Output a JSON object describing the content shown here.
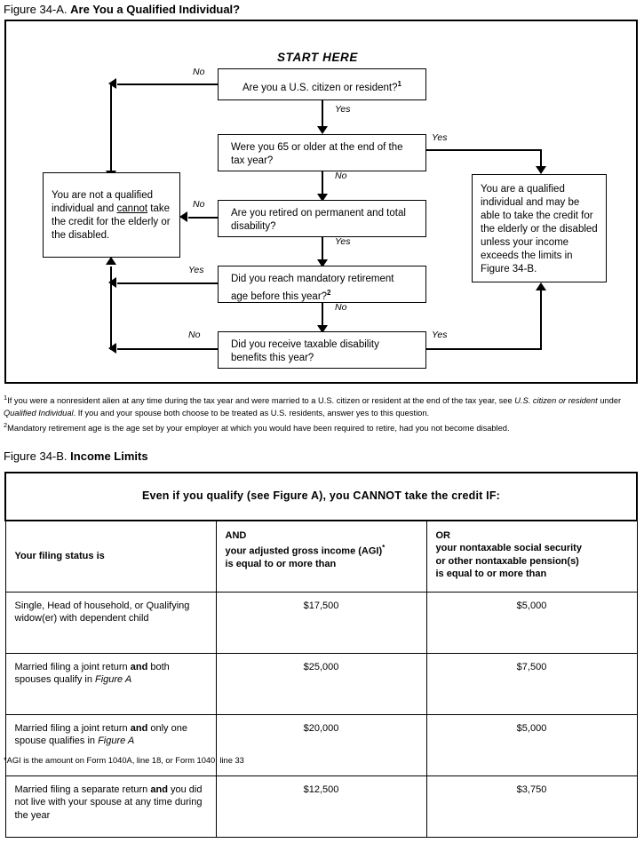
{
  "figure_a": {
    "caption_number": "Figure 34-A.",
    "caption_title": "Are You a Qualified Individual?",
    "start_here": "START HERE",
    "nodes": {
      "q1": "Are you a U.S. citizen or resident?",
      "q1_sup": "1",
      "q2": "Were you 65 or older at the end of the tax year?",
      "q3": "Are you retired on permanent and total disability?",
      "q4": "Did you reach mandatory retirement age before this year?",
      "q4_sup": "2",
      "q5": "Did you receive taxable disability benefits this year?",
      "not_qualified_a": "You are not a qualified individual and ",
      "not_qualified_cannot": "cannot",
      "not_qualified_b": " take the credit for the elderly or the disabled.",
      "qualified": "You are a qualified individual and may be able to take the credit for the elderly or the disabled unless your income exceeds the limits in Figure 34-B."
    },
    "edges": {
      "q1_no": "No",
      "q1_yes": "Yes",
      "q2_yes": "Yes",
      "q2_no": "No",
      "q3_no": "No",
      "q3_yes": "Yes",
      "q4_yes": "Yes",
      "q4_no": "No",
      "q5_no": "No",
      "q5_yes": "Yes"
    },
    "footnotes": {
      "one_sup": "1",
      "one_part1": "If you were a nonresident alien at any time during the tax year and were married to a U.S. citizen or resident at the end of the tax year, see ",
      "one_italic1": "U.S. citizen or resident",
      "one_part2": " under ",
      "one_italic2": "Qualified Individual",
      "one_part3": ". If you and your spouse both choose to be treated as U.S. residents, answer yes to this question.",
      "two_sup": "2",
      "two_text": "Mandatory retirement age is the age set by your employer at which you would have been required to retire, had you not become disabled."
    }
  },
  "figure_b": {
    "caption_number": "Figure 34-B.",
    "caption_title": "Income Limits",
    "banner": "Even if you qualify (see Figure A), you CANNOT take the credit IF:",
    "columns": {
      "status": "Your filing status is",
      "agi_conj": "AND",
      "agi_line1": "your adjusted gross income (AGI)",
      "agi_sup": "*",
      "agi_line2": "is equal to or more than",
      "nontax_conj": "OR",
      "nontax_line1": "your nontaxable social security",
      "nontax_line2": "or other nontaxable pension(s)",
      "nontax_line3": "is equal to or more than"
    },
    "rows": [
      {
        "status_plain": "Single, Head of household, or Qualifying widow(er) with dependent child",
        "status_parts": [
          {
            "text": "Single, Head of household, or Qualifying widow(er) with dependent child",
            "style": "normal"
          }
        ],
        "agi": "$17,500",
        "nontaxable": "$5,000"
      },
      {
        "status_plain": "Married filing a joint return and both spouses qualify in Figure A",
        "status_parts": [
          {
            "text": "Married filing a joint return ",
            "style": "normal"
          },
          {
            "text": "and",
            "style": "bold"
          },
          {
            "text": " both spouses qualify in ",
            "style": "normal"
          },
          {
            "text": "Figure A",
            "style": "italic"
          }
        ],
        "agi": "$25,000",
        "nontaxable": "$7,500"
      },
      {
        "status_plain": "Married filing a joint return and only one spouse qualifies in Figure A",
        "status_parts": [
          {
            "text": "Married filing a joint return ",
            "style": "normal"
          },
          {
            "text": "and",
            "style": "bold"
          },
          {
            "text": " only one spouse qualifies in ",
            "style": "normal"
          },
          {
            "text": "Figure A",
            "style": "italic"
          }
        ],
        "agi": "$20,000",
        "nontaxable": "$5,000"
      },
      {
        "status_plain": "Married filing a separate return and you did not live with your spouse at any time during the year",
        "status_parts": [
          {
            "text": "Married filing a separate return ",
            "style": "normal"
          },
          {
            "text": "and",
            "style": "bold"
          },
          {
            "text": " you did not live with your spouse at any time during the year",
            "style": "normal"
          }
        ],
        "agi": "$12,500",
        "nontaxable": "$3,750"
      }
    ],
    "note": "*AGI is the amount on Form 1040A, line 18, or Form 1040, line 33"
  }
}
